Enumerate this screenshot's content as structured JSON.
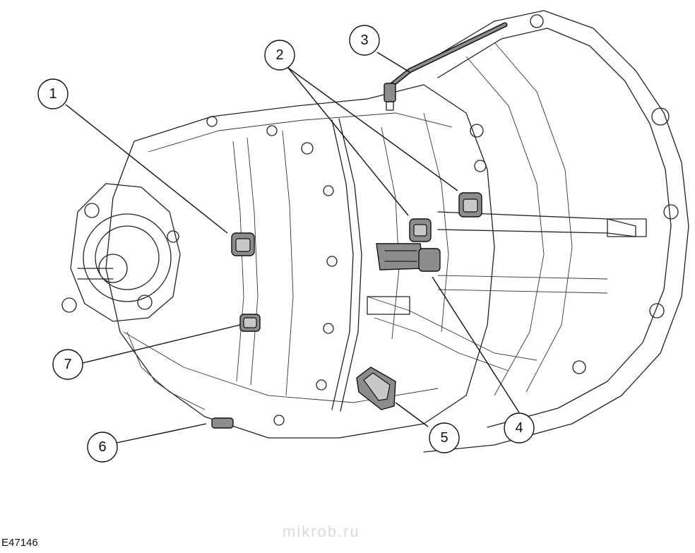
{
  "figure_id": "E47146",
  "watermark": "mikrob.ru",
  "callouts": [
    {
      "label": "1"
    },
    {
      "label": "2"
    },
    {
      "label": "3"
    },
    {
      "label": "4"
    },
    {
      "label": "5"
    },
    {
      "label": "6"
    },
    {
      "label": "7"
    }
  ],
  "colors": {
    "line": "#222222",
    "part_fill": "#8c8c8c",
    "background": "#ffffff"
  }
}
